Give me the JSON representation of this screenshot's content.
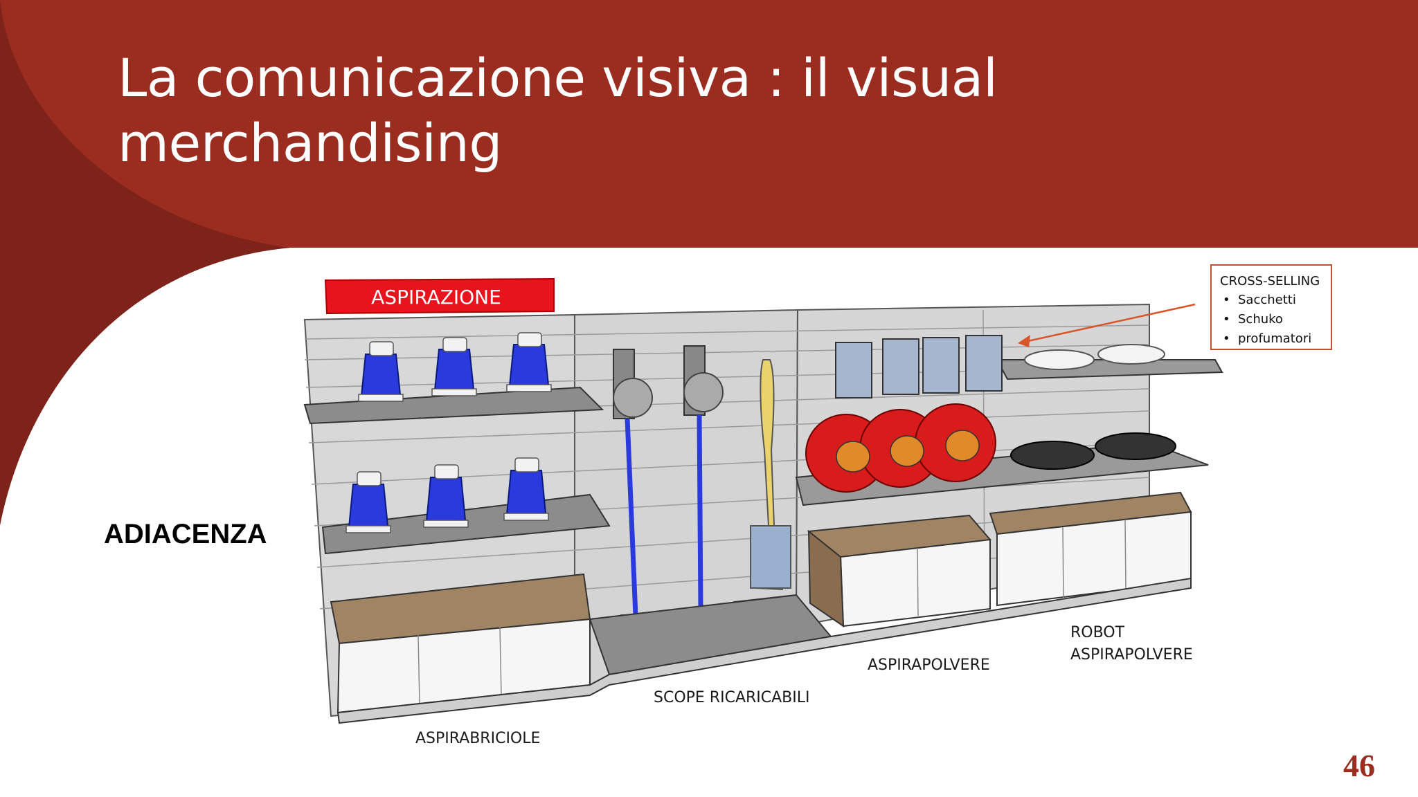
{
  "slide": {
    "title_lines": [
      "La comunicazione visiva : il visual",
      "merchandising"
    ],
    "page_number": "46",
    "adjacency_label": "ADIACENZA",
    "colors": {
      "header": "#9a2d1f",
      "header_dark": "#7e231a",
      "accent_red": "#e8141c"
    }
  },
  "display": {
    "sign": "ASPIRAZIONE",
    "section_labels": {
      "handheld": "ASPIRABRICIOLE",
      "stick": "SCOPE RICARICABILI",
      "canister": "ASPIRAPOLVERE",
      "robot_line1": "ROBOT",
      "robot_line2": "ASPIRAPOLVERE"
    }
  },
  "cross_selling": {
    "heading": "CROSS-SELLING",
    "items": [
      "Sacchetti",
      "Schuko",
      "profumatori"
    ]
  }
}
